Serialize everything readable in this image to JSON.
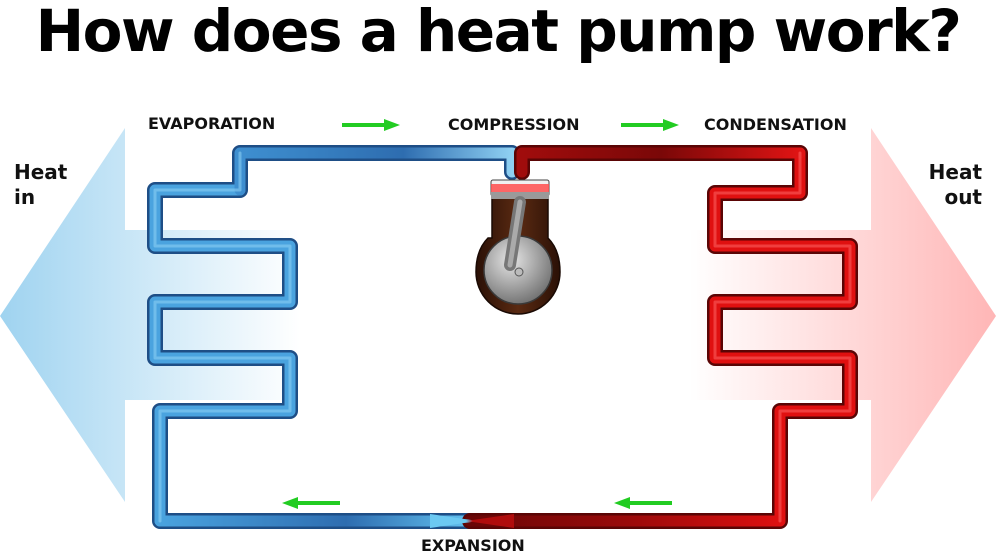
{
  "title": "How does a heat pump work?",
  "stages": {
    "evaporation": "EVAPORATION",
    "compression": "COMPRESSION",
    "condensation": "CONDENSATION",
    "expansion": "EXPANSION"
  },
  "heat_in": {
    "line1": "Heat",
    "line2": "in"
  },
  "heat_out": {
    "line1": "Heat",
    "line2": "out"
  },
  "colors": {
    "cold_light": "#8fd3f4",
    "cold": "#4aa3df",
    "cold_dark": "#2f6fb3",
    "hot": "#e01010",
    "hot_dark": "#8a0a0a",
    "flow_arrow": "#22cc22",
    "heat_in_fill": "#a9d8f2",
    "heat_out_fill": "#ffc4c4",
    "compressor_body": "#4a2210"
  },
  "icons": [
    "flow-arrow-icon",
    "heat-in-arrow-icon",
    "heat-out-arrow-icon",
    "compressor-icon"
  ]
}
